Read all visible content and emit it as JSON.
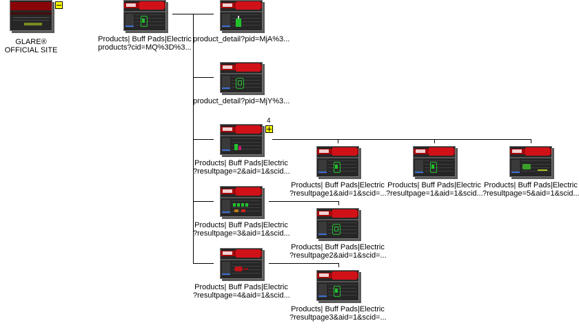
{
  "root": {
    "label_line1": "GLARE®",
    "label_line2": "OFFICIAL SITE",
    "expander": "collapse",
    "variant": "home"
  },
  "nodes": [
    {
      "id": "products",
      "line1": "Products| Buff Pads|Electric",
      "line2": "products?cid=MQ%3D%3...",
      "variant": "green-pad"
    },
    {
      "id": "detail-a",
      "line1": "product_detail?pid=MjA%3...",
      "line2": "",
      "variant": "green-bottle"
    },
    {
      "id": "detail-y",
      "line1": "product_detail?pid=MjY%3...",
      "line2": "",
      "variant": "green-outline"
    },
    {
      "id": "page2",
      "line1": "Products| Buff Pads|Electric",
      "line2": "?resultpage=2&aid=1&scid...",
      "variant": "green-small",
      "expander": "expand",
      "count": "4"
    },
    {
      "id": "page3",
      "line1": "Products| Buff Pads|Electric",
      "line2": "?resultpage=3&aid=1&scid...",
      "variant": "green-row"
    },
    {
      "id": "page4",
      "line1": "Products| Buff Pads|Electric",
      "line2": "?resultpage=4&aid=1&scid...",
      "variant": "red-item"
    },
    {
      "id": "page2-1",
      "line1": "Products| Buff Pads|Electric",
      "line2": "?resultpage1&aid=1&scid=...",
      "variant": "green-pad"
    },
    {
      "id": "page2-2",
      "line1": "Products| Buff Pads|Electric",
      "line2": "?resultpage=1&aid=1&scid...",
      "variant": "green-pad"
    },
    {
      "id": "page2-3",
      "line1": "Products| Buff Pads|Electric",
      "line2": "?resultpage=5&aid=1&scid...",
      "variant": "green-wide"
    },
    {
      "id": "page3-1",
      "line1": "Products| Buff Pads|Electric",
      "line2": "?resultpage2&aid=1&scid=...",
      "variant": "green-outline"
    },
    {
      "id": "page4-1",
      "line1": "Products| Buff Pads|Electric",
      "line2": "?resultpage3&aid=1&scid=...",
      "variant": "green-pad"
    }
  ],
  "colors": {
    "line": "#000000",
    "expander": "#ffff00",
    "banner": "#a3070b",
    "product": "#22c12e"
  }
}
